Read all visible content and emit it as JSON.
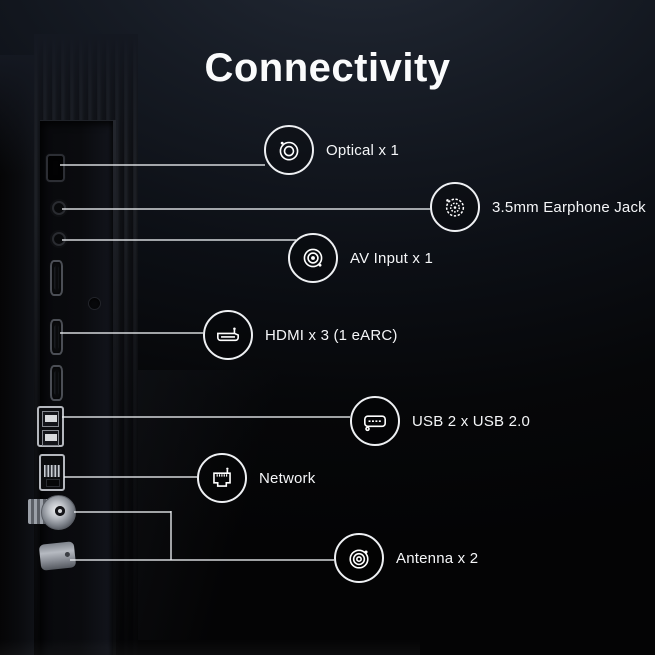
{
  "title": "Connectivity",
  "callouts": [
    {
      "id": "optical",
      "icon": "optical-icon",
      "label": "Optical x 1"
    },
    {
      "id": "earphone-jack",
      "icon": "earphone-jack-icon",
      "label": "3.5mm Earphone Jack"
    },
    {
      "id": "av-input",
      "icon": "av-input-icon",
      "label": "AV Input x 1"
    },
    {
      "id": "hdmi",
      "icon": "hdmi-icon",
      "label": "HDMI x 3 (1 eARC)"
    },
    {
      "id": "usb",
      "icon": "usb-icon",
      "label": "USB 2 x USB 2.0"
    },
    {
      "id": "network",
      "icon": "network-icon",
      "label": "Network"
    },
    {
      "id": "antenna",
      "icon": "antenna-icon",
      "label": "Antenna x 2"
    }
  ],
  "ports": [
    "optical",
    "earphone-jack",
    "av-input",
    "hdmi-1",
    "hdmi-2",
    "hdmi-3",
    "usb-x2",
    "ethernet",
    "antenna-1",
    "antenna-2"
  ],
  "colors": {
    "background_top": "#232a36",
    "background_bottom": "#040405",
    "connector_line": "#ebedf0",
    "circle_stroke": "#eef0f3",
    "text": "#f5f6f8"
  }
}
